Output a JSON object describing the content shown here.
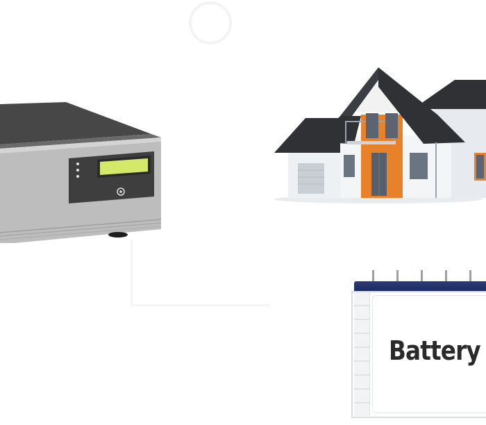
{
  "battery": {
    "label": "Battery"
  },
  "colors": {
    "inverter_top": "#4a4a4a",
    "inverter_front": "#b8b8b8",
    "lcd": "#d4e86a",
    "house_accent": "#e8822a",
    "roof": "#2f3135",
    "battery_lid": "#23306a"
  },
  "icons": [
    "inverter-device",
    "house-illustration",
    "battery-device"
  ]
}
